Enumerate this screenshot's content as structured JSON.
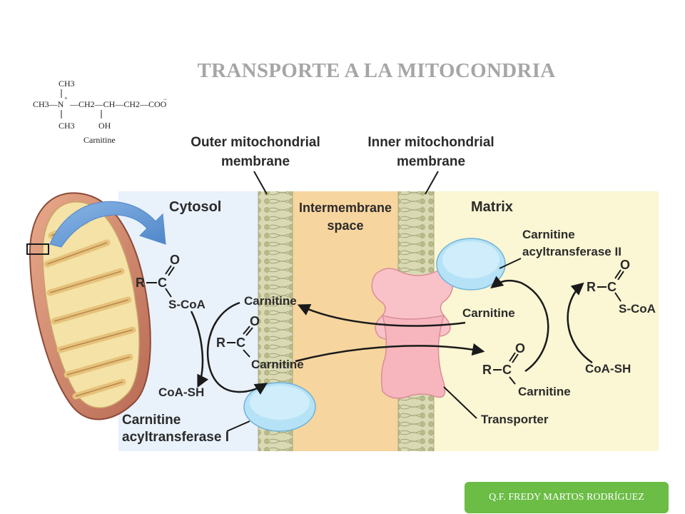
{
  "title": "TRANSPORTE A LA MITOCONDRIA",
  "carnitine_structure": {
    "ch3_top": "CH3",
    "main_chain_left": "CH3—N",
    "plus": "+",
    "main_chain_right": "—CH2—CH—CH2—COO",
    "minus": "−",
    "ch3_bottom": "CH3",
    "oh": "OH",
    "caption": "Carnitine"
  },
  "labels": {
    "outer_membrane_1": "Outer mitochondrial",
    "outer_membrane_2": "membrane",
    "inner_membrane_1": "Inner mitochondrial",
    "inner_membrane_2": "membrane",
    "cytosol": "Cytosol",
    "intermembrane_1": "Intermembrane",
    "intermembrane_2": "space",
    "matrix": "Matrix",
    "cat2_1": "Carnitine",
    "cat2_2": "acyltransferase II",
    "cat1_1": "Carnitine",
    "cat1_2": "acyltransferase I",
    "transporter": "Transporter"
  },
  "molecules": {
    "cyt_r": "R",
    "cyt_c": "C",
    "cyt_o": "O",
    "cyt_scoa": "S-CoA",
    "cyt_coash": "CoA-SH",
    "cyt_carnitine_top": "Carnitine",
    "cyt_acyl_r": "R",
    "cyt_acyl_c": "C",
    "cyt_acyl_o": "O",
    "cyt_carnitine_bottom": "Carnitine",
    "mat_carnitine": "Carnitine",
    "mat_r": "R",
    "mat_c": "C",
    "mat_o": "O",
    "mat_scoa": "S-CoA",
    "mat_coash": "CoA-SH",
    "mat_acyl_r": "R",
    "mat_acyl_c": "C",
    "mat_acyl_o": "O",
    "mat_acyl_carnitine": "Carnitine"
  },
  "footer": "Q.F. FREDY MARTOS RODRÍGUEZ",
  "colors": {
    "cytosol": "#e9f1fb",
    "intermembrane": "#f7d59f",
    "matrix": "#fbf6d3",
    "membrane": "#c8c99a",
    "enzyme": "#b6e2f7",
    "transporter": "#f9c2c8",
    "footer": "#6bbd45"
  }
}
